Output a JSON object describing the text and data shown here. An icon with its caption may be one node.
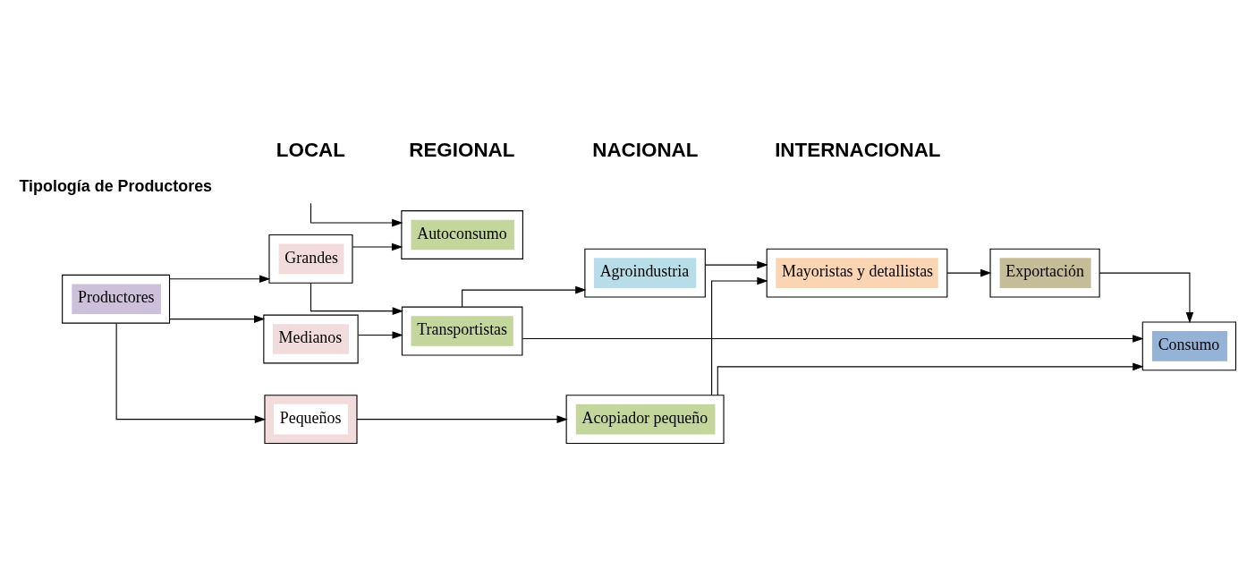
{
  "diagram": {
    "nodes": [
      {
        "text": [
          "Productores"
        ]
      },
      {
        "text": [
          "Pequeños"
        ]
      },
      {
        "text": [
          "Acopiador pequeño"
        ]
      },
      {
        "text": [
          "Autoconsumo"
        ]
      },
      {
        "text": [
          "Medianos"
        ]
      },
      {
        "text": [
          "Agroindustria"
        ]
      },
      {
        "text": [
          "Mayoristas y detallistas"
        ]
      },
      {
        "text": [
          "Exportación"
        ]
      },
      {
        "text": [
          "Consumo"
        ]
      },
      {
        "text": [
          "Transportistas"
        ]
      },
      {
        "text": [
          "Grandes"
        ]
      }
    ],
    "edges": [
      {
        "from": 0,
        "to": 1,
        "arrow": "to"
      },
      {
        "from": 0,
        "to": 4,
        "arrow": "to"
      },
      {
        "from": 0,
        "to": 10,
        "arrow": "to"
      },
      {
        "from": 1,
        "to": 2,
        "arrow": "to"
      },
      {
        "from": 2,
        "to": 6,
        "arrow": "to"
      },
      {
        "from": 2,
        "to": 8,
        "arrow": "to"
      },
      {
        "from": null,
        "to": 3,
        "arrow": "to"
      },
      {
        "from": 4,
        "to": 9,
        "arrow": "to"
      },
      {
        "from": 10,
        "to": 3,
        "arrow": "to"
      },
      {
        "from": 10,
        "to": 9,
        "arrow": "to"
      },
      {
        "from": 9,
        "to": 5,
        "arrow": "to"
      },
      {
        "from": 9,
        "to": 8,
        "arrow": "to"
      },
      {
        "from": 5,
        "to": 6,
        "arrow": "to"
      },
      {
        "from": 6,
        "to": 7,
        "arrow": "to"
      },
      {
        "from": 7,
        "to": 8,
        "arrow": "to"
      }
    ],
    "labels": [
      "Tipología de Productores",
      "LOCAL",
      "REGIONAL",
      "NACIONAL",
      "INTERNACIONAL"
    ]
  }
}
